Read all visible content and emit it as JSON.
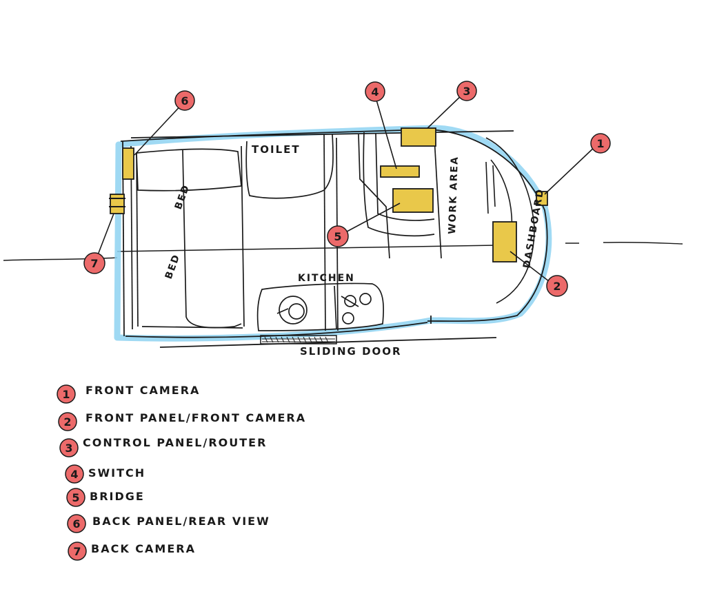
{
  "colors": {
    "outline_blue": "#8fd3f2",
    "device_yellow": "#e9c84a",
    "badge_red": "#ec6a6a",
    "ink": "#1a1a1a"
  },
  "labels": {
    "toilet": "TOILET",
    "bed_top": "BED",
    "bed_bottom": "BED",
    "kitchen": "KITCHEN",
    "work_area": "WORK AREA",
    "dashboard": "DASHBOARD",
    "sliding_door": "SLIDING DOOR"
  },
  "callouts": [
    {
      "num": "1"
    },
    {
      "num": "2"
    },
    {
      "num": "3"
    },
    {
      "num": "4"
    },
    {
      "num": "5"
    },
    {
      "num": "6"
    },
    {
      "num": "7"
    }
  ],
  "legend": [
    {
      "num": "1",
      "label": "FRONT CAMERA"
    },
    {
      "num": "2",
      "label": "FRONT PANEL/FRONT CAMERA"
    },
    {
      "num": "3",
      "label": "CONTROL PANEL/ROUTER"
    },
    {
      "num": "4",
      "label": "SWITCH"
    },
    {
      "num": "5",
      "label": "BRIDGE"
    },
    {
      "num": "6",
      "label": "BACK PANEL/REAR VIEW"
    },
    {
      "num": "7",
      "label": "BACK CAMERA"
    }
  ]
}
